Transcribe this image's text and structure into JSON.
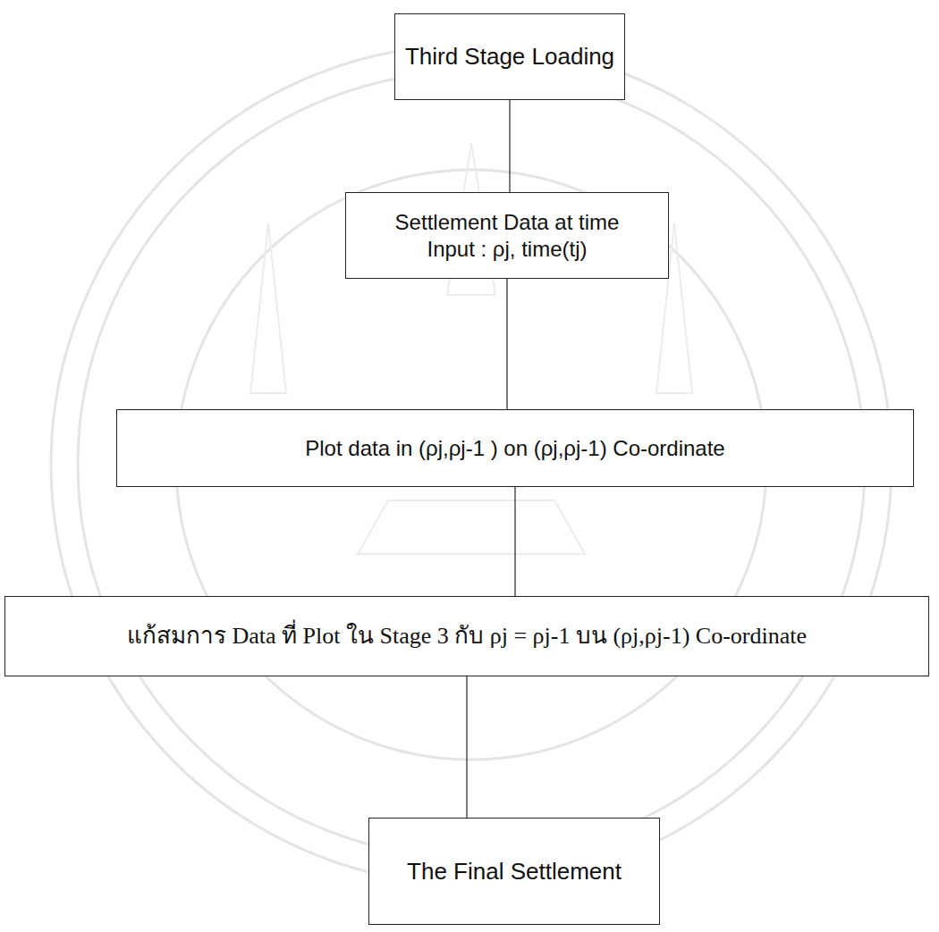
{
  "diagram": {
    "nodes": [
      {
        "text": [
          "Third Stage Loading"
        ]
      },
      {
        "text": [
          "Settlement Data at time Input : ρj, time(tj)"
        ]
      },
      {
        "text": [
          "Plot data in (ρj,ρj-1 ) on (ρj,ρj-1) Co-ordinate"
        ]
      },
      {
        "text": [
          "แก้สมการ Data ที่ Plot ใน Stage 3 กับ ρj = ρj-1 บน (ρj,ρj-1) Co-ordinate"
        ]
      },
      {
        "text": [
          "The Final Settlement"
        ]
      }
    ],
    "edges": [
      {
        "from": 0,
        "to": 1,
        "arrow": "none"
      },
      {
        "from": 1,
        "to": 2,
        "arrow": "none"
      },
      {
        "from": 2,
        "to": 3,
        "arrow": "none"
      },
      {
        "from": 3,
        "to": 4,
        "arrow": "none"
      }
    ]
  }
}
